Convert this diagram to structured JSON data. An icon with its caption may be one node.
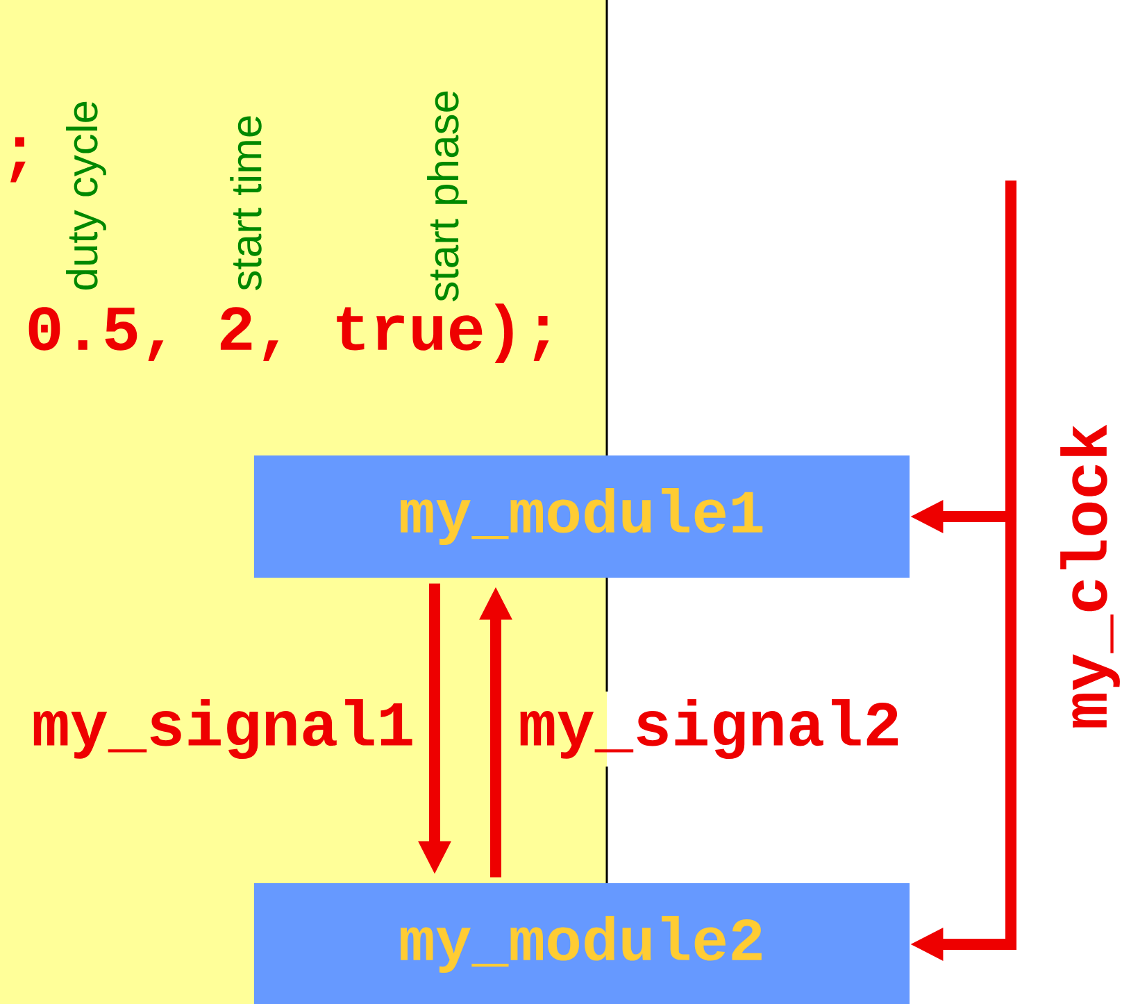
{
  "diagram": {
    "nodes": [
      {
        "text": [
          "my_module1"
        ]
      },
      {
        "text": [
          "my_module2"
        ]
      }
    ],
    "edges": [
      {
        "from": null,
        "to": 0,
        "arrow": "to",
        "label": "my_clock"
      },
      {
        "from": null,
        "to": 1,
        "arrow": "to"
      },
      {
        "from": 0,
        "to": 1,
        "arrow": "to",
        "label": "my_signal1"
      },
      {
        "from": 1,
        "to": 0,
        "arrow": "to",
        "label": "my_signal2"
      }
    ],
    "labels": [
      ";",
      "duty cycle",
      "start time",
      "start phase",
      "0.5, 2, true);"
    ]
  }
}
